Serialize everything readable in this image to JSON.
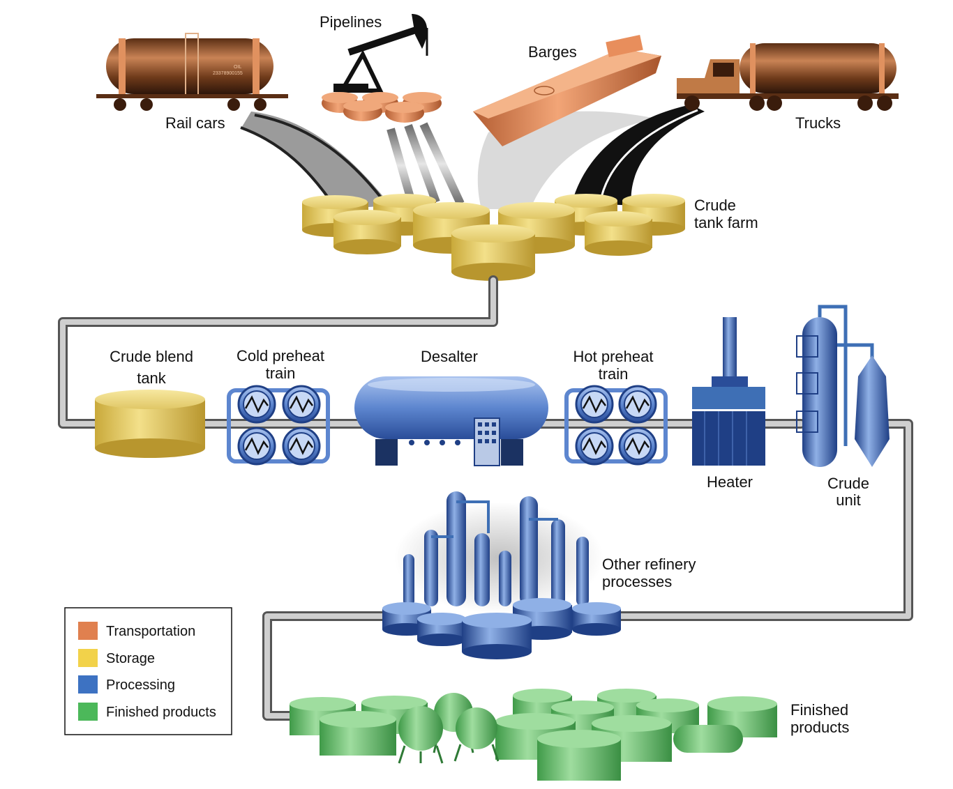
{
  "labels": {
    "rail_cars": "Rail cars",
    "pipelines": "Pipelines",
    "barges": "Barges",
    "trucks": "Trucks",
    "tank_farm_1": "Crude",
    "tank_farm_2": "tank farm",
    "blend_1": "Crude blend",
    "blend_2": "tank",
    "cold_1": "Cold preheat",
    "cold_2": "train",
    "desalter": "Desalter",
    "hot_1": "Hot preheat",
    "hot_2": "train",
    "heater": "Heater",
    "crude_unit_1": "Crude",
    "crude_unit_2": "unit",
    "other_1": "Other refinery",
    "other_2": "processes",
    "finished_1": "Finished",
    "finished_2": "products"
  },
  "rail_car_text": {
    "marking": "OIL",
    "number": "23378900155"
  },
  "legend": [
    {
      "label": "Transportation",
      "color": "#e0804f"
    },
    {
      "label": "Storage",
      "color": "#f2d24a"
    },
    {
      "label": "Processing",
      "color": "#3d72c2"
    },
    {
      "label": "Finished products",
      "color": "#4cb85a"
    }
  ],
  "colors": {
    "transport": "#d9844e",
    "storage": "#d9c25a",
    "processing": "#3e6fb5",
    "finished": "#5dbb62",
    "pipe": "#9a9a9a"
  }
}
